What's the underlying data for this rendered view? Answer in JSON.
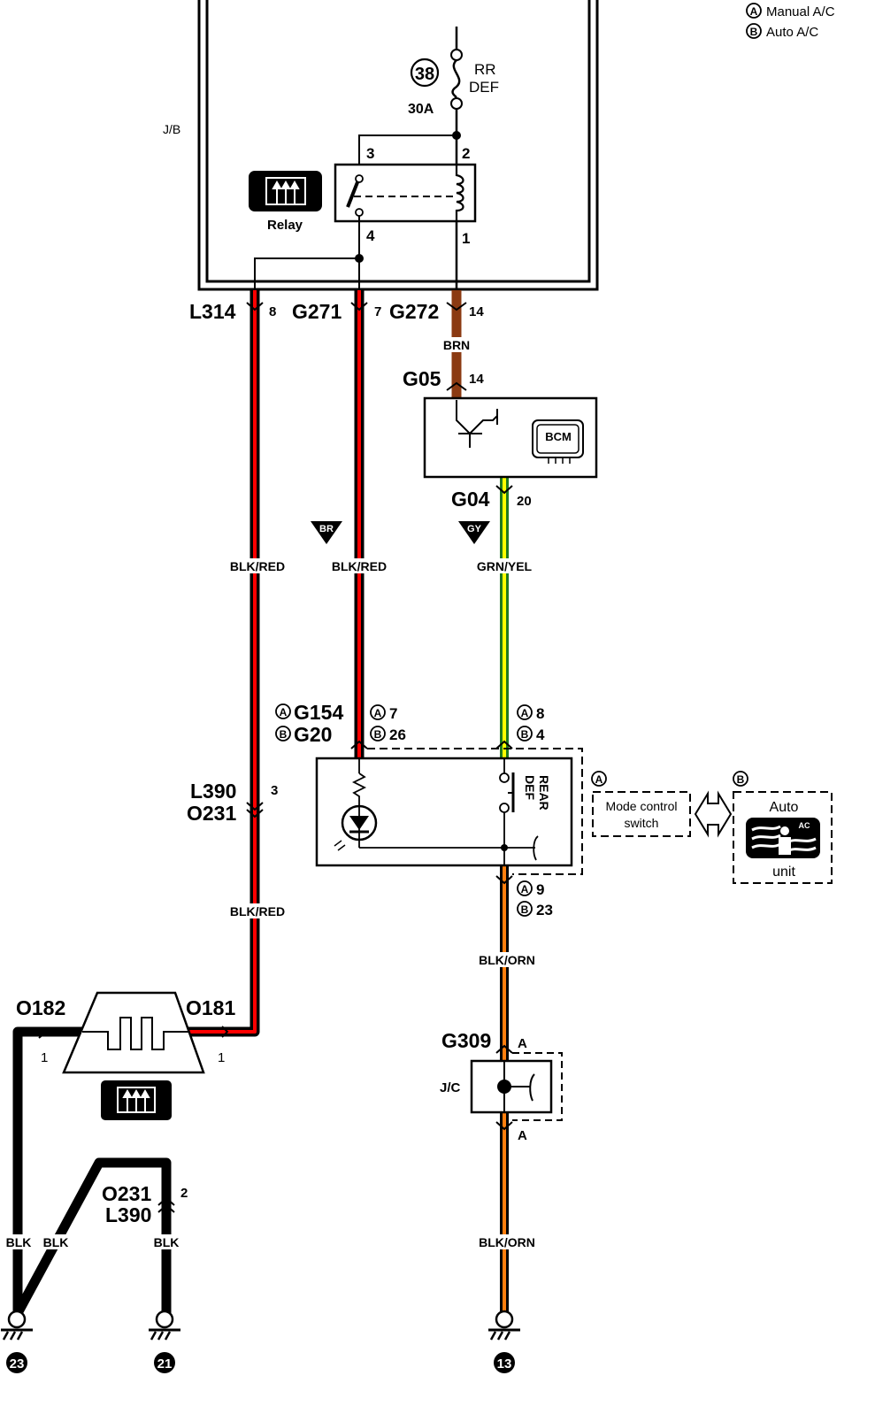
{
  "legend": {
    "a": {
      "marker": "A",
      "label": "Manual A/C"
    },
    "b": {
      "marker": "B",
      "label": "Auto A/C"
    }
  },
  "junction_block": {
    "label": "J/B"
  },
  "fuse": {
    "number": "38",
    "rating": "30A",
    "name_line1": "RR",
    "name_line2": "DEF"
  },
  "relay": {
    "label": "Relay",
    "pins": {
      "p1": "1",
      "p2": "2",
      "p3": "3",
      "p4": "4"
    }
  },
  "connectors": {
    "l314": {
      "name": "L314",
      "pin": "8"
    },
    "g271": {
      "name": "G271",
      "pin": "7"
    },
    "g272": {
      "name": "G272",
      "pin": "14"
    },
    "g05": {
      "name": "G05",
      "pin": "14"
    },
    "g04": {
      "name": "G04",
      "pin": "20"
    },
    "g154": {
      "marker_a": "A",
      "name_a": "G154",
      "marker_b": "B",
      "name_b": "G20",
      "pin_a": "7",
      "pin_b": "26"
    },
    "sw_in": {
      "pin_a": "8",
      "pin_b": "4"
    },
    "sw_out": {
      "pin_a": "9",
      "pin_b": "23"
    },
    "l390_top": {
      "name1": "L390",
      "name2": "O231",
      "pin": "3"
    },
    "o182": {
      "name": "O182",
      "pin": "1"
    },
    "o181": {
      "name": "O181",
      "pin": "1"
    },
    "o231_bot": {
      "name1": "O231",
      "name2": "L390",
      "pin": "2"
    },
    "g309": {
      "name": "G309",
      "pin_top": "A",
      "pin_bot": "A"
    }
  },
  "bcm": {
    "label": "BCM"
  },
  "badges": {
    "br": "BR",
    "gy": "GY"
  },
  "wires": {
    "brn": "BRN",
    "blkred_1": "BLK/RED",
    "blkred_2": "BLK/RED",
    "blkred_3": "BLK/RED",
    "grnyel": "GRN/YEL",
    "blkorn_1": "BLK/ORN",
    "blkorn_2": "BLK/ORN",
    "blk_1": "BLK",
    "blk_2": "BLK",
    "blk_3": "BLK"
  },
  "switch": {
    "label_line1": "REAR",
    "label_line2": "DEF"
  },
  "mode_control": {
    "marker": "A",
    "line1": "Mode control",
    "line2": "switch"
  },
  "auto_unit": {
    "marker": "B",
    "line1": "Auto",
    "line2": "unit",
    "icon_text": "AC"
  },
  "joint_connector": {
    "label": "J/C"
  },
  "grounds": {
    "g23": "23",
    "g21": "21",
    "g13": "13"
  },
  "colors": {
    "black": "#000000",
    "red": "#ff0000",
    "brown": "#8b3a12",
    "green": "#1f7a1f",
    "yellow": "#ffff00",
    "orange": "#ff7f0e"
  }
}
